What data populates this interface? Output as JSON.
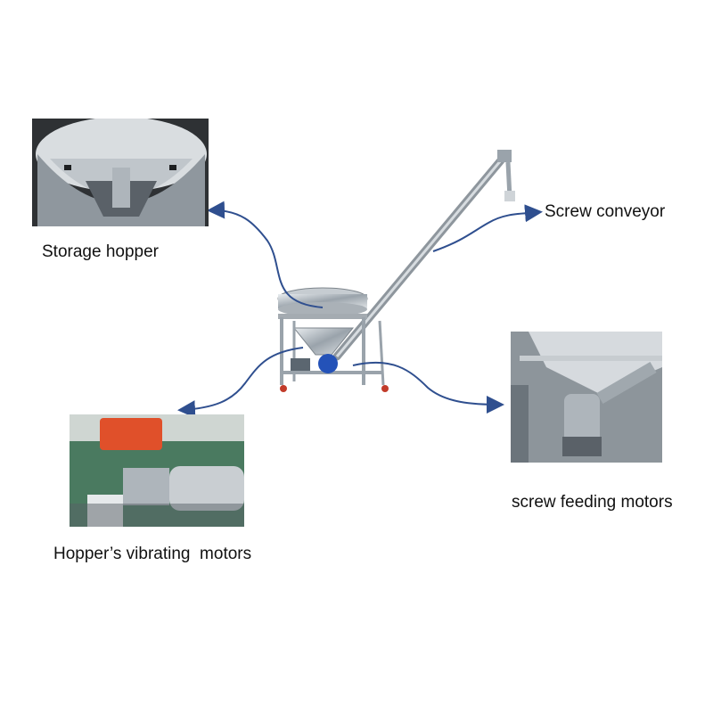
{
  "labels": {
    "storage_hopper": "Storage hopper",
    "screw_conveyor": "Screw conveyor",
    "vibrating_motors": "Hopper’s vibrating  motors",
    "feeding_motors": "screw feeding motors"
  },
  "colors": {
    "arrow": "#2f4f8f",
    "motor_orange": "#e0502a",
    "motor_blue": "#2452b8",
    "steel": "#b9c0c6",
    "floor_green": "#3d6b52"
  }
}
